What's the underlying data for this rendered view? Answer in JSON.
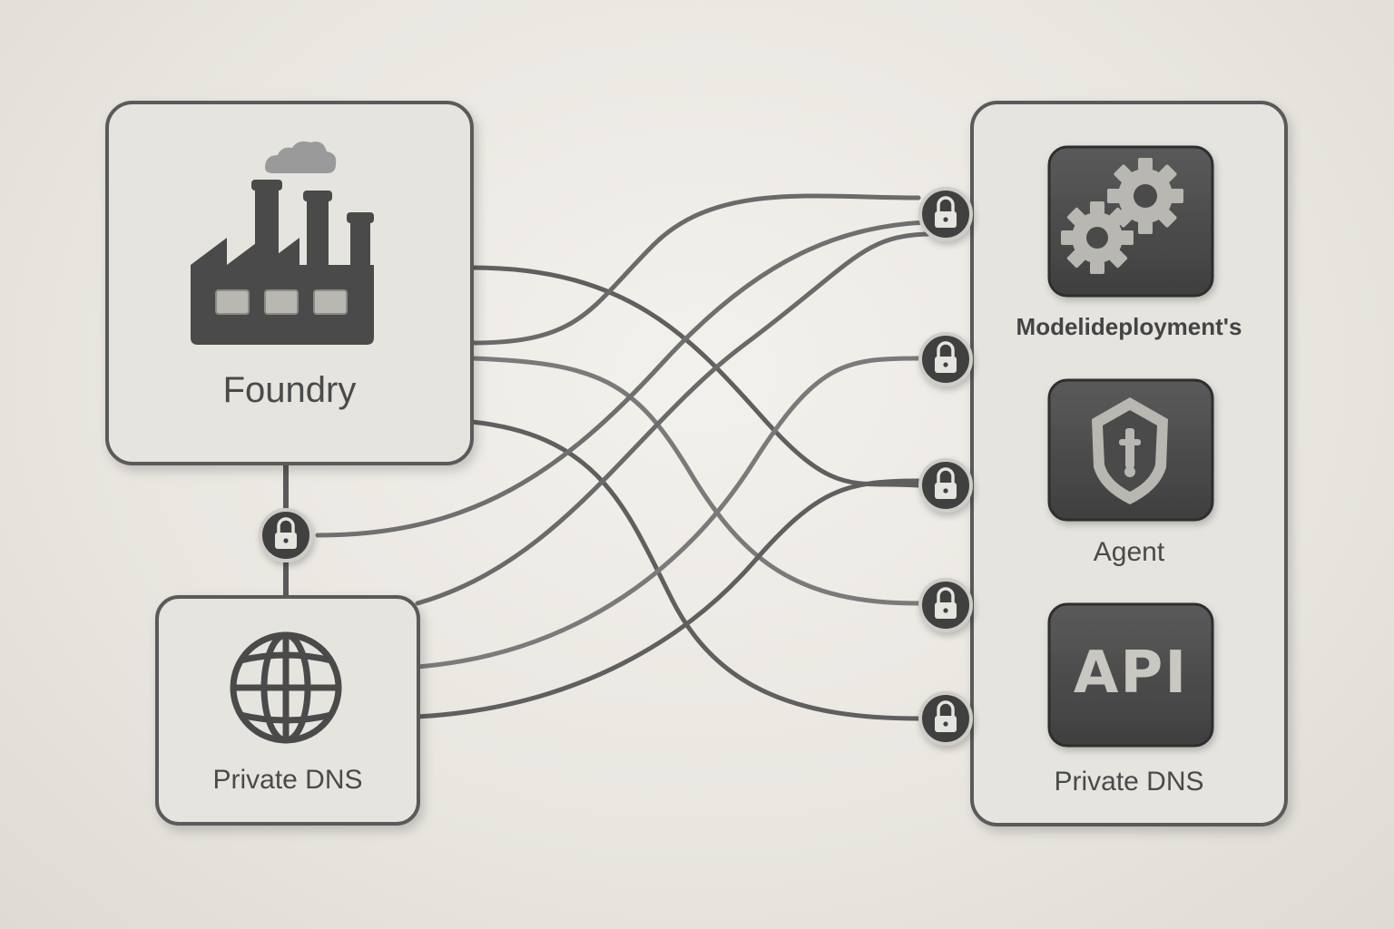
{
  "left": {
    "foundry": {
      "label": "Foundry",
      "icon": "factory-icon"
    },
    "private_dns": {
      "label": "Private DNS",
      "icon": "globe-icon"
    },
    "link_lock": {
      "icon": "lock-icon"
    }
  },
  "right": {
    "model": {
      "label": "Modelideployment's",
      "icon": "gears-icon"
    },
    "agent": {
      "label": "Agent",
      "icon": "shield-icon"
    },
    "api": {
      "label": "Private DNS",
      "icon": "api-icon",
      "text": "API"
    }
  },
  "ports": [
    {
      "icon": "lock-icon"
    },
    {
      "icon": "lock-icon"
    },
    {
      "icon": "lock-icon"
    },
    {
      "icon": "lock-icon"
    },
    {
      "icon": "lock-icon"
    }
  ],
  "colors": {
    "panel_fill": "#e6e4df",
    "panel_stroke": "#5a5a5a",
    "icon_dark": "#4a4a4a",
    "wire": "#6b6b6b"
  }
}
